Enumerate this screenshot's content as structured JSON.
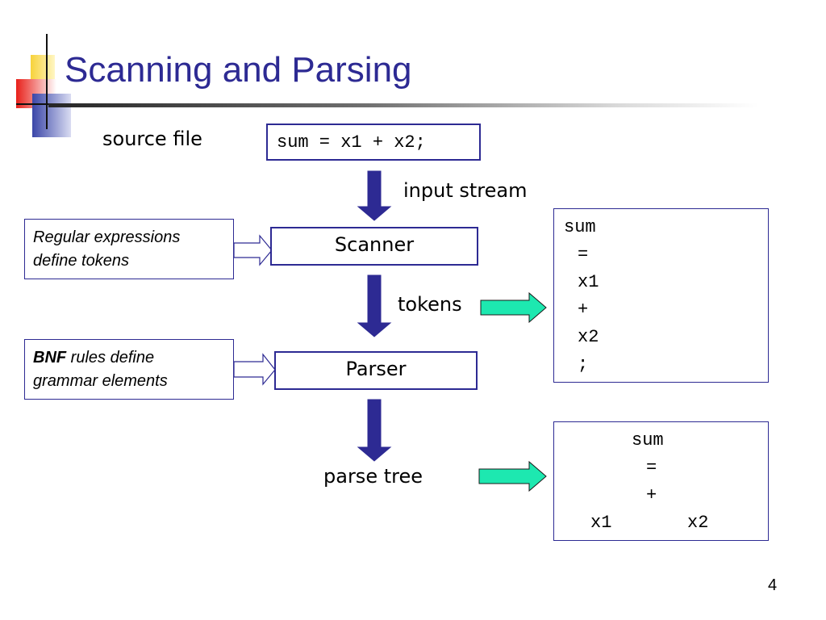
{
  "slide": {
    "title": "Scanning and Parsing",
    "page_number": "4"
  },
  "diagram": {
    "source_label": "source file",
    "source_code": "sum = x1 + x2;",
    "input_stream_label": "input stream",
    "scanner_label": "Scanner",
    "tokens_label": "tokens",
    "parser_label": "Parser",
    "parse_tree_label": "parse tree",
    "regex_note_line1": "Regular expressions",
    "regex_note_line2": "define tokens",
    "bnf_note_bold": "BNF",
    "bnf_note_rest": " rules define",
    "bnf_note_line2": "grammar elements",
    "tokens": [
      "sum",
      "=",
      "x1",
      "+",
      "x2",
      ";"
    ],
    "parse_tree": {
      "root": "sum",
      "op": "=",
      "child_op": "+",
      "left": "x1",
      "right": "x2"
    }
  },
  "colors": {
    "title": "#2d2a93",
    "box_border": "#2d2a93",
    "down_arrow": "#2d2a93",
    "right_arrow_fill": "#1de8b0",
    "hollow_arrow": "#2d2a93"
  },
  "icons": {
    "flow_arrow": "down-arrow-icon",
    "result_arrow": "right-arrow-icon",
    "input_arrow": "hollow-right-arrow-icon"
  }
}
